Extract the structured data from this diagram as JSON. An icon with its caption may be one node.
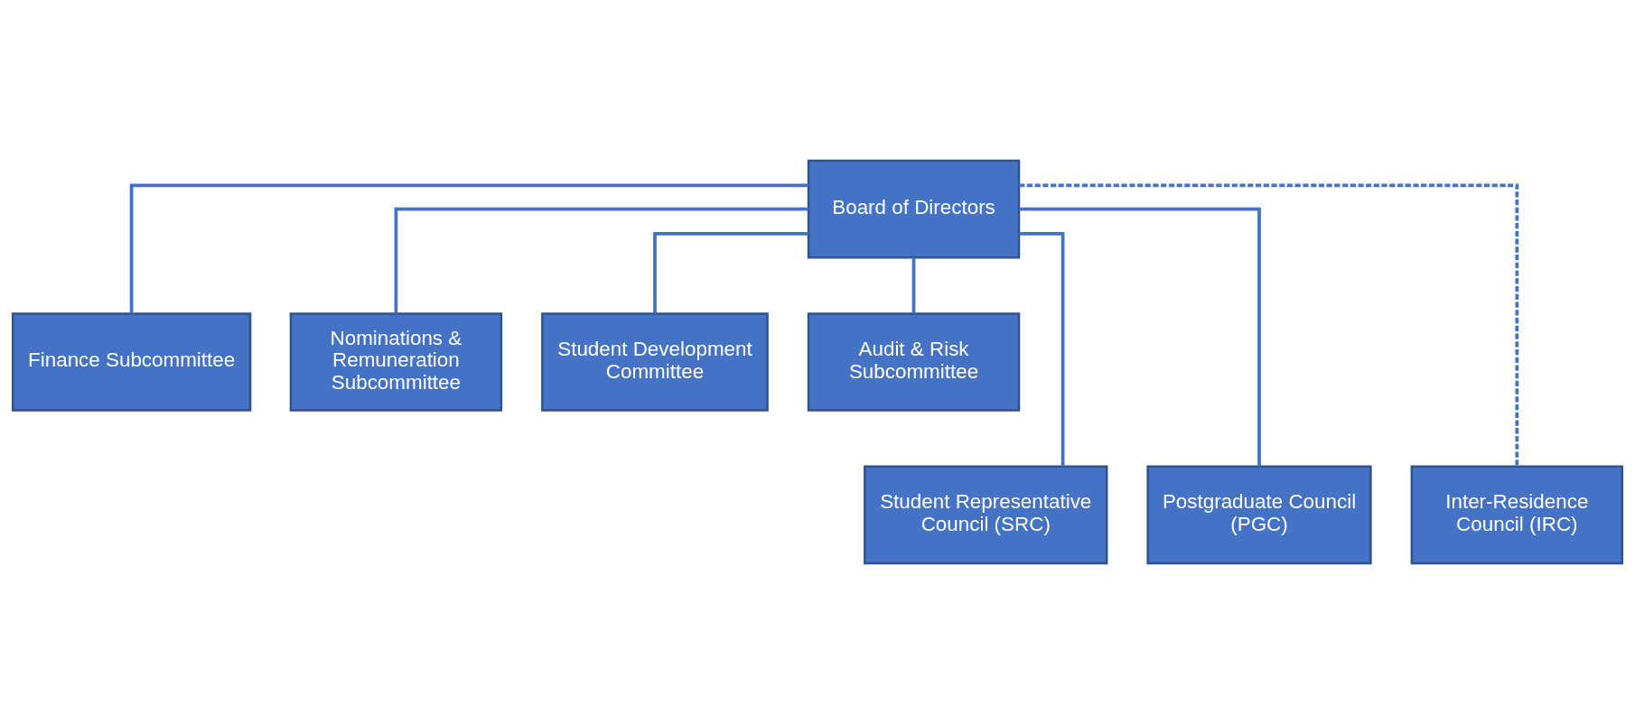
{
  "diagram": {
    "nodes": [
      {
        "text": [
          "Board of Directors"
        ]
      },
      {
        "text": [
          "Finance Subcommittee"
        ]
      },
      {
        "text": [
          "Nominations & Remuneration Subcommittee"
        ]
      },
      {
        "text": [
          "Student Development Committee"
        ]
      },
      {
        "text": [
          "Audit & Risk Subcommittee"
        ]
      },
      {
        "text": [
          "Student Representative Council (SRC)"
        ]
      },
      {
        "text": [
          "Postgraduate Council (PGC)"
        ]
      },
      {
        "text": [
          "Inter-Residence Council (IRC)"
        ]
      }
    ],
    "edges": [
      {
        "from": 0,
        "to": 1,
        "arrow": "none"
      },
      {
        "from": 0,
        "to": 2,
        "arrow": "none"
      },
      {
        "from": 0,
        "to": 3,
        "arrow": "none"
      },
      {
        "from": 0,
        "to": 4,
        "arrow": "none"
      },
      {
        "from": 0,
        "to": 5,
        "arrow": "none"
      },
      {
        "from": 0,
        "to": 6,
        "arrow": "none"
      },
      {
        "from": 0,
        "to": 7,
        "arrow": "none",
        "style": "dashed"
      }
    ]
  }
}
